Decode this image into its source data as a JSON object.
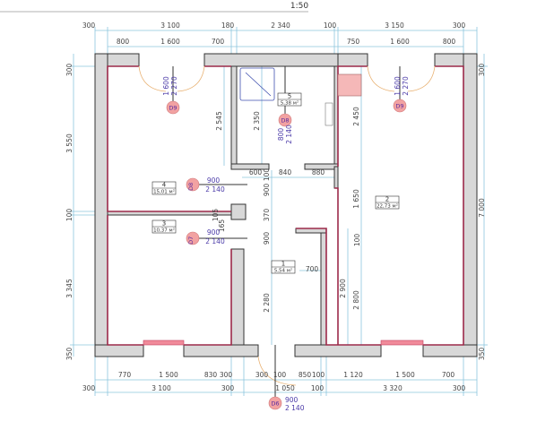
{
  "scale": "1:50",
  "dims": {
    "top_row1": [
      "300",
      "3 100",
      "180",
      "2 340",
      "100",
      "3 150",
      "300"
    ],
    "top_row2": [
      "800",
      "1 600",
      "700",
      "750",
      "1 600",
      "800"
    ],
    "bottom_row1": [
      "770",
      "1 500",
      "830",
      "300",
      "300",
      "100",
      "850",
      "100",
      "1 120",
      "1 500",
      "700"
    ],
    "bottom_row2": [
      "300",
      "3 100",
      "300",
      "1 050",
      "100",
      "3 320",
      "300"
    ],
    "left": [
      "300",
      "3 550",
      "100",
      "3 345",
      "350"
    ],
    "right": [
      "300",
      "7 000",
      "350"
    ],
    "interior": [
      "2 545",
      "2 350",
      "2 450",
      "600",
      "100",
      "840",
      "880",
      "900",
      "1 650",
      "370",
      "105",
      "165",
      "900",
      "100",
      "700",
      "2 900",
      "2 800",
      "2 280"
    ]
  },
  "doors": [
    {
      "tag": "D9",
      "width": "1 600",
      "height": "2 270"
    },
    {
      "tag": "D8",
      "width": "800",
      "height": "2 140"
    },
    {
      "tag": "D8",
      "width": "900",
      "height": "2 140"
    },
    {
      "tag": "D7",
      "width": "900",
      "height": "2 140"
    },
    {
      "tag": "D9",
      "width": "1 600",
      "height": "2 270"
    },
    {
      "tag": "D6",
      "width": "900",
      "height": "2 140"
    }
  ],
  "rooms": [
    {
      "num": "5",
      "area": "5,38 м²"
    },
    {
      "num": "4",
      "area": "15,01 м²"
    },
    {
      "num": "3",
      "area": "10,37 м²"
    },
    {
      "num": "1",
      "area": "5,54 м²"
    },
    {
      "num": "2",
      "area": "22,73 м²"
    }
  ],
  "colors": {
    "wall": "#d8d8d8",
    "inner_line": "#9c2a4a",
    "dim_line": "#8cc6de",
    "marker": "#f2a2a2"
  }
}
